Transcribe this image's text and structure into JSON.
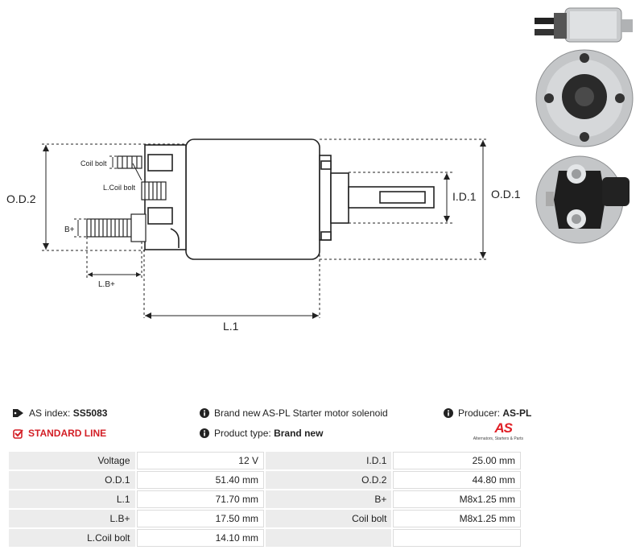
{
  "drawing": {
    "labels": {
      "od2": "O.D.2",
      "od1": "O.D.1",
      "id1": "I.D.1",
      "l1": "L.1",
      "bplus": "B+",
      "lbplus": "L.B+",
      "coil_bolt": "Coil bolt",
      "l_coil_bolt": "L.Coil bolt"
    }
  },
  "info": {
    "as_index_label": "AS index:",
    "as_index_value": "SS5083",
    "standard_line": "STANDARD LINE",
    "description": "Brand new AS-PL Starter motor solenoid",
    "product_type_label": "Product type:",
    "product_type_value": "Brand new",
    "producer_label": "Producer:",
    "producer_value": "AS-PL",
    "logo_text": "AS",
    "logo_tagline": "Alternators, Starters & Parts"
  },
  "specs": [
    {
      "k1": "Voltage",
      "v1": "12 V",
      "k2": "I.D.1",
      "v2": "25.00 mm"
    },
    {
      "k1": "O.D.1",
      "v1": "51.40 mm",
      "k2": "O.D.2",
      "v2": "44.80 mm"
    },
    {
      "k1": "L.1",
      "v1": "71.70 mm",
      "k2": "B+",
      "v2": "M8x1.25 mm"
    },
    {
      "k1": "L.B+",
      "v1": "17.50 mm",
      "k2": "Coil bolt",
      "v2": "M8x1.25 mm"
    },
    {
      "k1": "L.Coil bolt",
      "v1": "14.10 mm",
      "k2": "",
      "v2": ""
    }
  ],
  "colors": {
    "accent_red": "#d31f26",
    "label_bg": "#ececec"
  }
}
